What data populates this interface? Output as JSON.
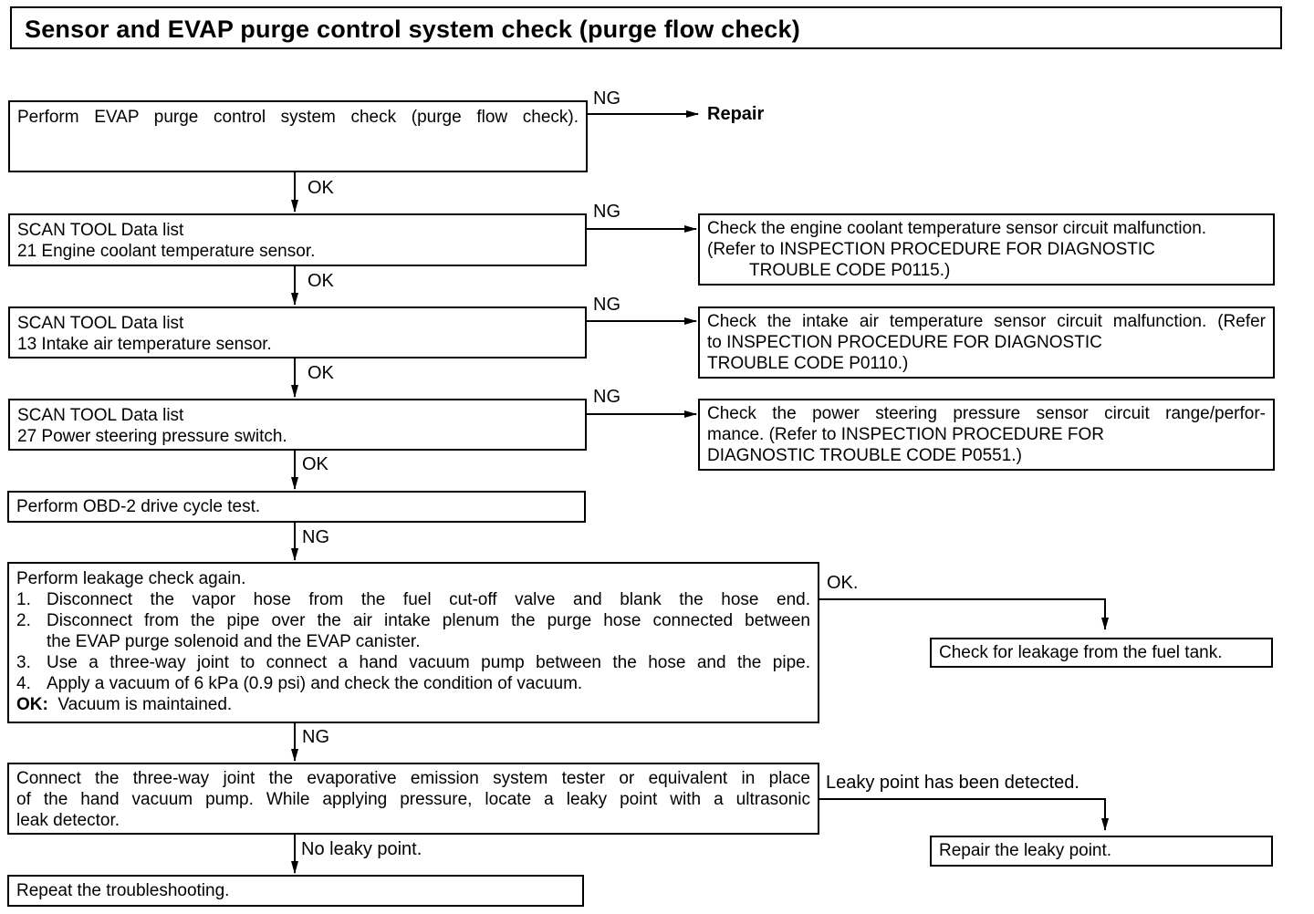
{
  "title": "Sensor and EVAP purge control system check (purge flow check)",
  "steps": {
    "step1": "Perform EVAP purge control system check (purge flow check).",
    "step2": {
      "line1": "SCAN TOOL Data list",
      "line2": "21 Engine coolant temperature sensor."
    },
    "step3": {
      "line1": "SCAN TOOL Data list",
      "line2": "13 Intake air temperature sensor."
    },
    "step4": {
      "line1": "SCAN TOOL Data list",
      "line2": "27 Power steering pressure switch."
    },
    "step5": "Perform OBD-2 drive cycle test.",
    "step6": {
      "heading": "Perform leakage check again.",
      "items": [
        {
          "num": "1.",
          "text": "Disconnect the vapor hose from the fuel cut-off valve and blank the hose end."
        },
        {
          "num": "2.",
          "text": "Disconnect from the pipe over the air intake plenum the purge hose connected between",
          "cont": "the EVAP purge solenoid and the EVAP canister."
        },
        {
          "num": "3.",
          "text": "Use a three-way joint to connect a hand vacuum pump between the hose and the pipe."
        },
        {
          "num": "4.",
          "text": "Apply a vacuum of 6 kPa (0.9 psi) and check the condition of vacuum."
        }
      ],
      "ok_label": "OK:",
      "ok_text": "Vacuum is maintained."
    },
    "step7": {
      "line1": "Connect the three-way joint the evaporative emission system tester or equivalent in place",
      "line2": "of the hand vacuum pump. While applying pressure, locate a leaky point with a ultrasonic",
      "line3": "leak detector."
    },
    "step8": "Repeat the troubleshooting."
  },
  "results": {
    "repair": "Repair",
    "coolant": {
      "line1": "Check the engine coolant temperature sensor circuit malfunction.",
      "line2": "(Refer to INSPECTION PROCEDURE FOR DIAGNOSTIC",
      "line3": "TROUBLE CODE P0115.)"
    },
    "intake": {
      "line1": "Check the intake air temperature sensor circuit malfunction. (Refer",
      "line2": "to INSPECTION PROCEDURE FOR DIAGNOSTIC",
      "line3": "TROUBLE CODE P0110.)"
    },
    "steering": {
      "line1": "Check the power steering pressure sensor circuit range/perfor-",
      "line2": "mance. (Refer to INSPECTION PROCEDURE FOR",
      "line3": "DIAGNOSTIC TROUBLE CODE P0551.)"
    },
    "fuel_tank": "Check for leakage from the fuel tank.",
    "repair_leak": "Repair the leaky point."
  },
  "labels": {
    "ng1": "NG",
    "ok1": "OK",
    "ng2": "NG",
    "ok2": "OK",
    "ng3": "NG",
    "ok3": "OK",
    "ng4": "NG",
    "ok4": "OK",
    "ng5": "NG",
    "ok6": "OK.",
    "ng6": "NG",
    "leaky": "Leaky point has been detected.",
    "no_leak": "No leaky point."
  }
}
